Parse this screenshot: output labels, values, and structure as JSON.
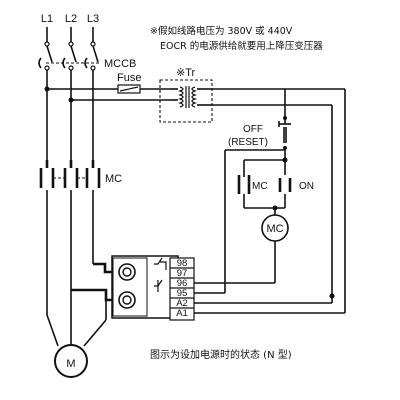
{
  "labels": {
    "l1": "L1",
    "l2": "L2",
    "l3": "L3",
    "mccb": "MCCB",
    "fuse": "Fuse",
    "tr": "※Tr",
    "mc_main": "MC",
    "off": "OFF",
    "reset": "(RESET)",
    "mc_aux": "MC",
    "on": "ON",
    "mc_coil": "MC",
    "motor": "M"
  },
  "note": {
    "line1": "※假如线路电压为 380V 或 440V",
    "line2": "EOCR 的电源供给就要用上降压变压器"
  },
  "terminals": [
    "98",
    "97",
    "96",
    "95",
    "A2",
    "A1"
  ],
  "caption": "图示为设加电源时的状态 (N 型)"
}
